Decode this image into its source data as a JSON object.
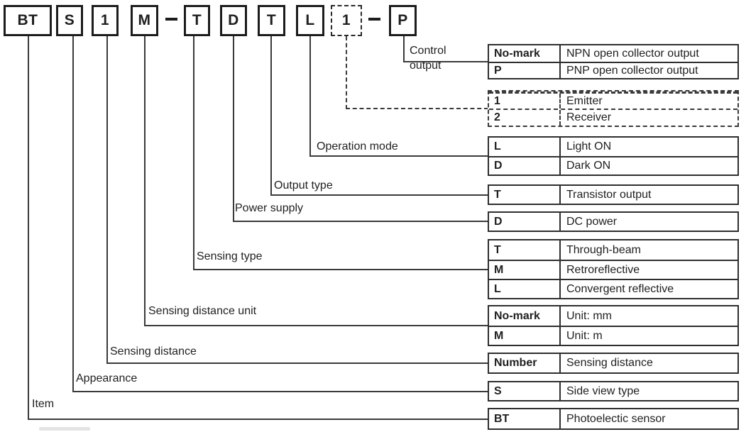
{
  "model_code": {
    "segments": [
      {
        "text": "BT",
        "style": "solid"
      },
      {
        "text": "S",
        "style": "solid"
      },
      {
        "text": "1",
        "style": "solid"
      },
      {
        "text": "M",
        "style": "solid"
      },
      {
        "text": "-",
        "style": "separator"
      },
      {
        "text": "T",
        "style": "solid"
      },
      {
        "text": "D",
        "style": "solid"
      },
      {
        "text": "T",
        "style": "solid"
      },
      {
        "text": "L",
        "style": "solid"
      },
      {
        "text": "1",
        "style": "dashed"
      },
      {
        "text": "-",
        "style": "separator"
      },
      {
        "text": "P",
        "style": "solid"
      }
    ]
  },
  "legend": [
    {
      "id": "control_output",
      "label": "Control output",
      "style": "solid",
      "rows": [
        {
          "key": "No-mark",
          "desc": "NPN open collector output"
        },
        {
          "key": "P",
          "desc": "PNP open collector output"
        }
      ]
    },
    {
      "id": "emitter_receiver",
      "label": "",
      "style": "dashed",
      "rows": [
        {
          "key": "1",
          "desc": "Emitter"
        },
        {
          "key": "2",
          "desc": "Receiver"
        }
      ]
    },
    {
      "id": "operation_mode",
      "label": "Operation mode",
      "style": "solid",
      "rows": [
        {
          "key": "L",
          "desc": "Light ON"
        },
        {
          "key": "D",
          "desc": "Dark ON"
        }
      ]
    },
    {
      "id": "output_type",
      "label": "Output type",
      "style": "solid",
      "rows": [
        {
          "key": "T",
          "desc": "Transistor output"
        }
      ]
    },
    {
      "id": "power_supply",
      "label": "Power supply",
      "style": "solid",
      "rows": [
        {
          "key": "D",
          "desc": "DC power"
        }
      ]
    },
    {
      "id": "sensing_type",
      "label": "Sensing type",
      "style": "solid",
      "rows": [
        {
          "key": "T",
          "desc": "Through-beam"
        },
        {
          "key": "M",
          "desc": "Retroreflective"
        },
        {
          "key": "L",
          "desc": "Convergent reflective"
        }
      ]
    },
    {
      "id": "sensing_distance_unit",
      "label": "Sensing distance unit",
      "style": "solid",
      "rows": [
        {
          "key": "No-mark",
          "desc": "Unit: mm"
        },
        {
          "key": "M",
          "desc": "Unit: m"
        }
      ]
    },
    {
      "id": "sensing_distance",
      "label": "Sensing distance",
      "style": "solid",
      "rows": [
        {
          "key": "Number",
          "desc": "Sensing distance"
        }
      ]
    },
    {
      "id": "appearance",
      "label": "Appearance",
      "style": "solid",
      "rows": [
        {
          "key": "S",
          "desc": "Side view type"
        }
      ]
    },
    {
      "id": "item",
      "label": "Item",
      "style": "solid",
      "rows": [
        {
          "key": "BT",
          "desc": "Photoelectic sensor"
        }
      ]
    }
  ],
  "colors": {
    "ink": "#1f1f1f",
    "line": "#3a3a3a",
    "box_border": "#1c1c1c",
    "background": "#ffffff"
  }
}
